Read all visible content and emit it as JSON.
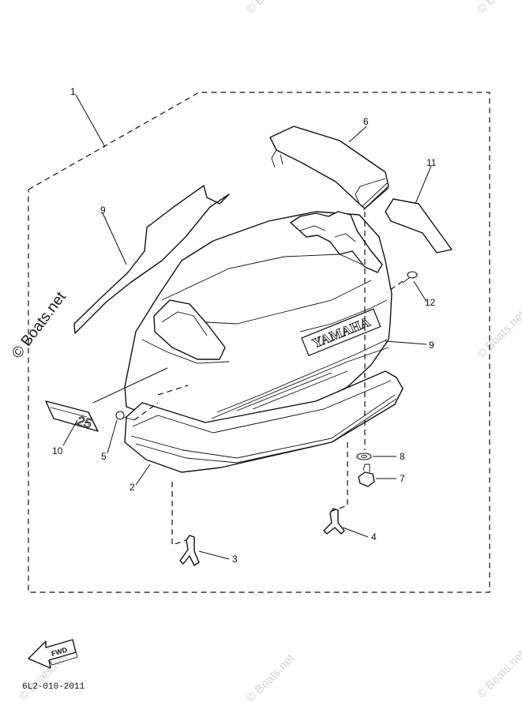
{
  "watermark": {
    "main": "© Boats.net",
    "faint": "© Boats.net"
  },
  "callouts": {
    "c1": "1",
    "c2": "2",
    "c3": "3",
    "c4": "4",
    "c5": "5",
    "c6": "6",
    "c7": "7",
    "c8": "8",
    "c9a": "9",
    "c9b": "9",
    "c10": "10",
    "c11": "11",
    "c12": "12"
  },
  "labels": {
    "brand": "YAMAHA",
    "model_badge": "25",
    "fwd": "FWD",
    "diagram_code": "6L2-010-2011"
  }
}
